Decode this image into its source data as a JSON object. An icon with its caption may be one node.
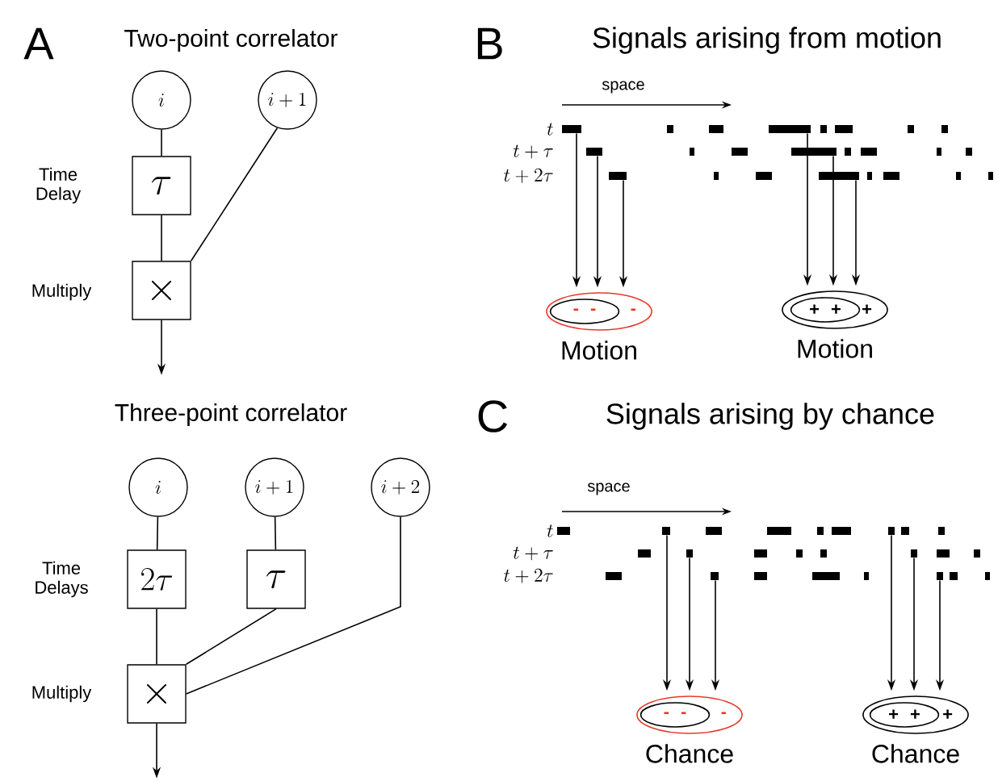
{
  "diagram": {
    "nodes": [
      {
        "text": [
          "i"
        ]
      },
      {
        "text": [
          "i+1"
        ]
      },
      {
        "text": [
          "\\tau"
        ]
      },
      {
        "text": [
          "\\times"
        ]
      },
      {
        "text": [
          "i"
        ]
      },
      {
        "text": [
          "i+1"
        ]
      },
      {
        "text": [
          "i+2"
        ]
      },
      {
        "text": [
          "2\\tau"
        ]
      },
      {
        "text": [
          "\\tau"
        ]
      },
      {
        "text": [
          "\\times"
        ]
      },
      {
        "text": [],
        "shape": "bar"
      },
      {
        "text": [],
        "shape": "bar"
      },
      {
        "text": [],
        "shape": "bar"
      },
      {
        "text": [],
        "shape": "bar"
      },
      {
        "text": [],
        "shape": "bar"
      },
      {
        "text": [],
        "shape": "bar"
      },
      {
        "text": [
          "-"
        ],
        "beside": [
          "Motion"
        ]
      },
      {
        "text": [
          "- -"
        ],
        "in": 16
      },
      {
        "text": [
          "+"
        ],
        "beside": [
          "Motion"
        ]
      },
      {
        "text": [
          "+ +"
        ],
        "in": 18
      },
      {
        "text": [],
        "shape": "bar"
      },
      {
        "text": [],
        "shape": "bar"
      },
      {
        "text": [],
        "shape": "bar"
      },
      {
        "text": [],
        "shape": "bar"
      },
      {
        "text": [],
        "shape": "bar"
      },
      {
        "text": [],
        "shape": "bar"
      },
      {
        "text": [
          "-"
        ],
        "beside": [
          "Chance"
        ]
      },
      {
        "text": [
          "- -"
        ],
        "in": 26
      },
      {
        "text": [
          "+"
        ],
        "beside": [
          "Chance"
        ]
      },
      {
        "text": [
          "+ +"
        ],
        "in": 28
      }
    ],
    "edges": [
      {
        "from": 0,
        "to": 2,
        "arrow": "none"
      },
      {
        "from": 2,
        "to": 3,
        "arrow": "none"
      },
      {
        "from": 1,
        "to": 3,
        "arrow": "none"
      },
      {
        "from": 3,
        "to": null,
        "arrow": "to"
      },
      {
        "from": 4,
        "to": 7,
        "arrow": "none"
      },
      {
        "from": 5,
        "to": 8,
        "arrow": "none"
      },
      {
        "from": 7,
        "to": 9,
        "arrow": "none"
      },
      {
        "from": 8,
        "to": 9,
        "arrow": "none"
      },
      {
        "from": 6,
        "to": 9,
        "arrow": "none"
      },
      {
        "from": 9,
        "to": null,
        "arrow": "to"
      },
      {
        "from": 10,
        "to": 16,
        "arrow": "to"
      },
      {
        "from": 11,
        "to": 16,
        "arrow": "to"
      },
      {
        "from": 12,
        "to": 16,
        "arrow": "to"
      },
      {
        "from": 13,
        "to": 18,
        "arrow": "to"
      },
      {
        "from": 14,
        "to": 18,
        "arrow": "to"
      },
      {
        "from": 15,
        "to": 18,
        "arrow": "to"
      },
      {
        "from": 20,
        "to": 26,
        "arrow": "to"
      },
      {
        "from": 21,
        "to": 26,
        "arrow": "to"
      },
      {
        "from": 22,
        "to": 26,
        "arrow": "to"
      },
      {
        "from": 23,
        "to": 28,
        "arrow": "to"
      },
      {
        "from": 24,
        "to": 28,
        "arrow": "to"
      },
      {
        "from": 25,
        "to": 28,
        "arrow": "to"
      }
    ],
    "labels": [
      "A",
      "Two-point correlator",
      "Time Delay",
      "Multiply",
      "Three-point correlator",
      "Time Delays",
      "Multiply",
      "B",
      "Signals arising from motion",
      "space",
      "t",
      "t+\\tau",
      "t+2\\tau",
      "C",
      "Signals arising by chance",
      "space",
      "t",
      "t+\\tau",
      "t+2\\tau"
    ]
  }
}
